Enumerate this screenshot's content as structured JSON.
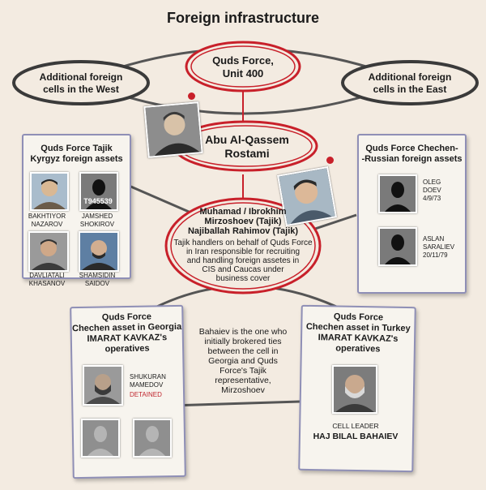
{
  "title": "Foreign infrastructure",
  "quds_unit": {
    "line1": "Quds Force,",
    "line2": "Unit 400"
  },
  "west_cells": {
    "line1": "Additional foreign",
    "line2": "cells in the West"
  },
  "east_cells": {
    "line1": "Additional foreign",
    "line2": "cells in the East"
  },
  "rostami": {
    "line1": "Abu Al-Qassem",
    "line2": "Rostami"
  },
  "handlers": {
    "name1": "Muhamad / Ibrokhim",
    "name2": "Mirzoshoev (Tajik)",
    "name3": "Najiballah Rahimov (Tajik)",
    "desc": [
      "Tajik handlers on behalf of Quds Force",
      "in Iran responsible for recruiting",
      "and handling foreign assetes in",
      "CIS and Caucas under",
      "business cover"
    ]
  },
  "tajik_box": {
    "title1": "Quds Force Tajik",
    "title2": "Kyrgyz foreign assets",
    "people": [
      {
        "name1": "BAKHTIYOR",
        "name2": "NAZAROV"
      },
      {
        "name1": "JAMSHED",
        "name2": "SHOKIROV",
        "tag": "T945539"
      },
      {
        "name1": "DAVLIATALI",
        "name2": "KHASANOV"
      },
      {
        "name1": "SHAMSIDIN",
        "name2": "SAIDOV"
      }
    ]
  },
  "chechen_russian_box": {
    "title1": "Quds Force Chechen-",
    "title2": "-Russian  foreign assets",
    "people": [
      {
        "name1": "OLEG",
        "name2": "DOEV",
        "date": "4/9/73"
      },
      {
        "name1": "ASLAN",
        "name2": "SARALIEV",
        "date": "20/11/79"
      }
    ]
  },
  "georgia_box": {
    "title1": "Quds Force",
    "title2": "Chechen asset in Georgia",
    "title3": "IMARAT KAVKAZ's",
    "title4": "operatives",
    "person": {
      "name1": "SHUKURAN",
      "name2": "MAMEDOV",
      "status": "DETAINED"
    }
  },
  "turkey_box": {
    "title1": "Quds Force",
    "title2": "Chechen asset in Turkey",
    "title3": "IMARAT KAVKAZ's",
    "title4": "operatives",
    "role": "CELL LEADER",
    "leader": "HAJ BILAL BAHAIEV"
  },
  "middle_note": [
    "Bahaiev is the one who",
    "initially brokered ties",
    "between the cell in",
    "Georgia and Quds",
    "Force's Tajik",
    "representative,",
    "Mirzoshoev"
  ],
  "colors": {
    "accent_red": "#c8202a",
    "box_border": "#8f8fb6",
    "background": "#f3ebe1"
  }
}
